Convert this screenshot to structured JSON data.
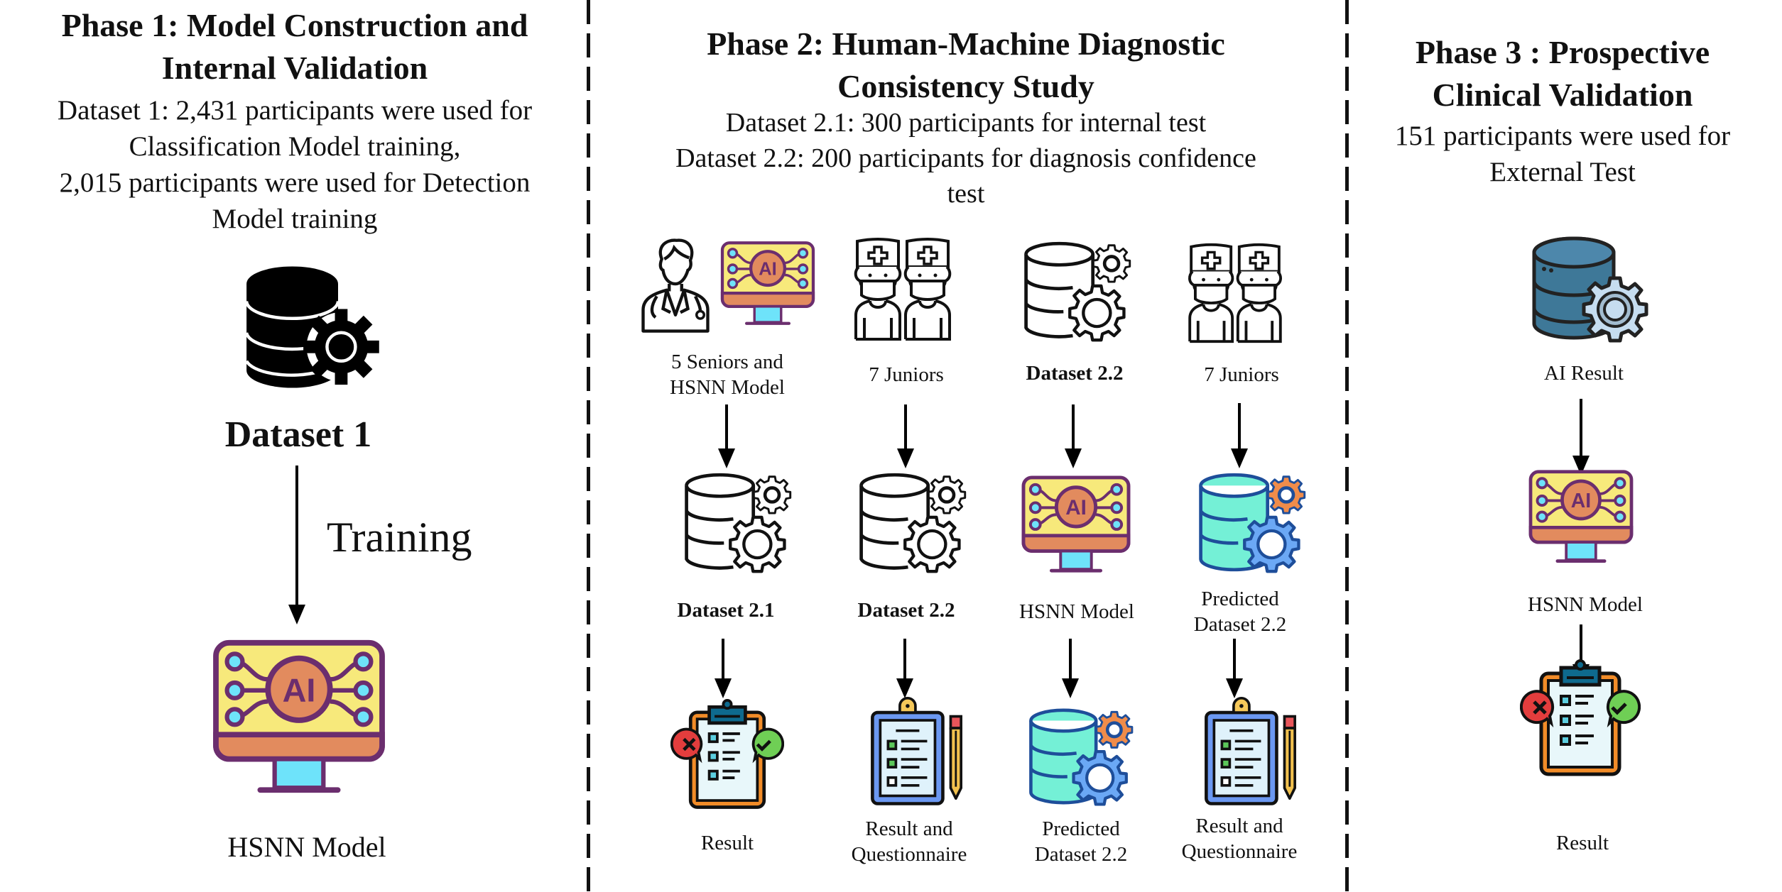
{
  "phase1": {
    "title_line1": "Phase 1:  Model Construction and",
    "title_line2": "Internal Validation",
    "desc_lines": [
      "Dataset 1: 2,431 participants were used for",
      "Classification Model training,",
      "2,015 participants were used for Detection",
      "Model training"
    ],
    "dataset_label": "Dataset 1",
    "arrow_label": "Training",
    "model_label": "HSNN Model"
  },
  "phase2": {
    "title_line1": "Phase 2: Human-Machine Diagnostic",
    "title_line2": "Consistency Study",
    "desc_lines": [
      "Dataset 2.1: 300 participants for internal test",
      "Dataset 2.2: 200 participants for diagnosis confidence",
      "test"
    ],
    "columns": [
      {
        "top_label": [
          "5 Seniors and",
          "HSNN Model"
        ],
        "mid_label": [
          "Dataset 2.1"
        ],
        "bottom_label": [
          "Result"
        ]
      },
      {
        "top_label": [
          "7 Juniors"
        ],
        "mid_label": [
          "Dataset 2.2"
        ],
        "bottom_label": [
          "Result and",
          "Questionnaire"
        ]
      },
      {
        "top_label": [
          "Dataset 2.2"
        ],
        "mid_label": [
          "HSNN Model"
        ],
        "bottom_label": [
          "Predicted",
          "Dataset 2.2"
        ]
      },
      {
        "top_label": [
          "7 Juniors"
        ],
        "mid_label": [
          "Predicted",
          "Dataset 2.2"
        ],
        "bottom_label": [
          "Result and",
          "Questionnaire"
        ]
      }
    ]
  },
  "phase3": {
    "title_line1": "Phase 3 : Prospective",
    "title_line2": "Clinical Validation",
    "desc_lines": [
      "151 participants were used for",
      "External Test"
    ],
    "steps": [
      "AI Result",
      "HSNN Model",
      "Result"
    ]
  },
  "icons": {
    "database_gear_black": "database-gear-icon",
    "ai_monitor": "ai-monitor-icon",
    "doctor": "doctor-icon",
    "nurses": "masked-nurses-icon",
    "database_gears_outline": "database-gears-outline-icon",
    "database_gears_color": "database-gears-color-icon",
    "clipboard_result": "clipboard-result-icon",
    "clipboard_questionnaire": "clipboard-questionnaire-icon",
    "database_gear_blue": "database-gear-blue-icon"
  },
  "colors": {
    "ai_screen": "#F7E97B",
    "ai_circle": "#E28B5E",
    "ai_outline": "#6B2E6E",
    "ai_node": "#6EE3FA",
    "db_teal": "#74F0D6",
    "gear_orange": "#F08C4A",
    "gear_blue": "#6BA8F5",
    "db_blue_dark": "#3E7898"
  }
}
